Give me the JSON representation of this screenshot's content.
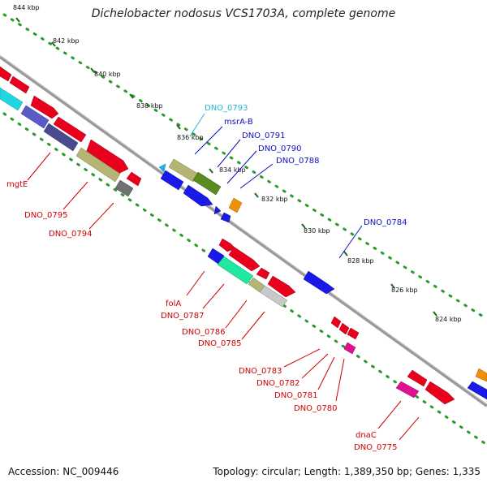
{
  "header": {
    "title": "Dichelobacter nodosus VCS1703A, complete genome"
  },
  "footer": {
    "accession": "Accession: NC_009446",
    "summary": "Topology: circular; Length: 1,389,350 bp; Genes: 1,335"
  },
  "ruler_labels": [
    "844 kbp",
    "842 kbp",
    "840 kbp",
    "838 kbp",
    "836 kbp",
    "834 kbp",
    "832 kbp",
    "830 kbp",
    "828 kbp",
    "826 kbp",
    "824 kbp"
  ],
  "gene_labels": {
    "forward": [
      "DNO_0793",
      "msrA-B",
      "DNO_0791",
      "DNO_0790",
      "DNO_0788",
      "DNO_0784"
    ],
    "reverse": [
      "mgtE",
      "DNO_0795",
      "DNO_0794",
      "folA",
      "DNO_0787",
      "DNO_0786",
      "DNO_0785",
      "DNO_0783",
      "DNO_0782",
      "DNO_0781",
      "DNO_0780",
      "dnaC",
      "DNO_0775"
    ]
  },
  "colors": {
    "forward_label": "#1010c0",
    "cyan_label": "#20b8d8",
    "reverse_label": "#d00000",
    "backbone": "#8a8a8a",
    "ruler_dots": "#2a9a2a",
    "ruler_ticks": "#1a6a1a"
  }
}
